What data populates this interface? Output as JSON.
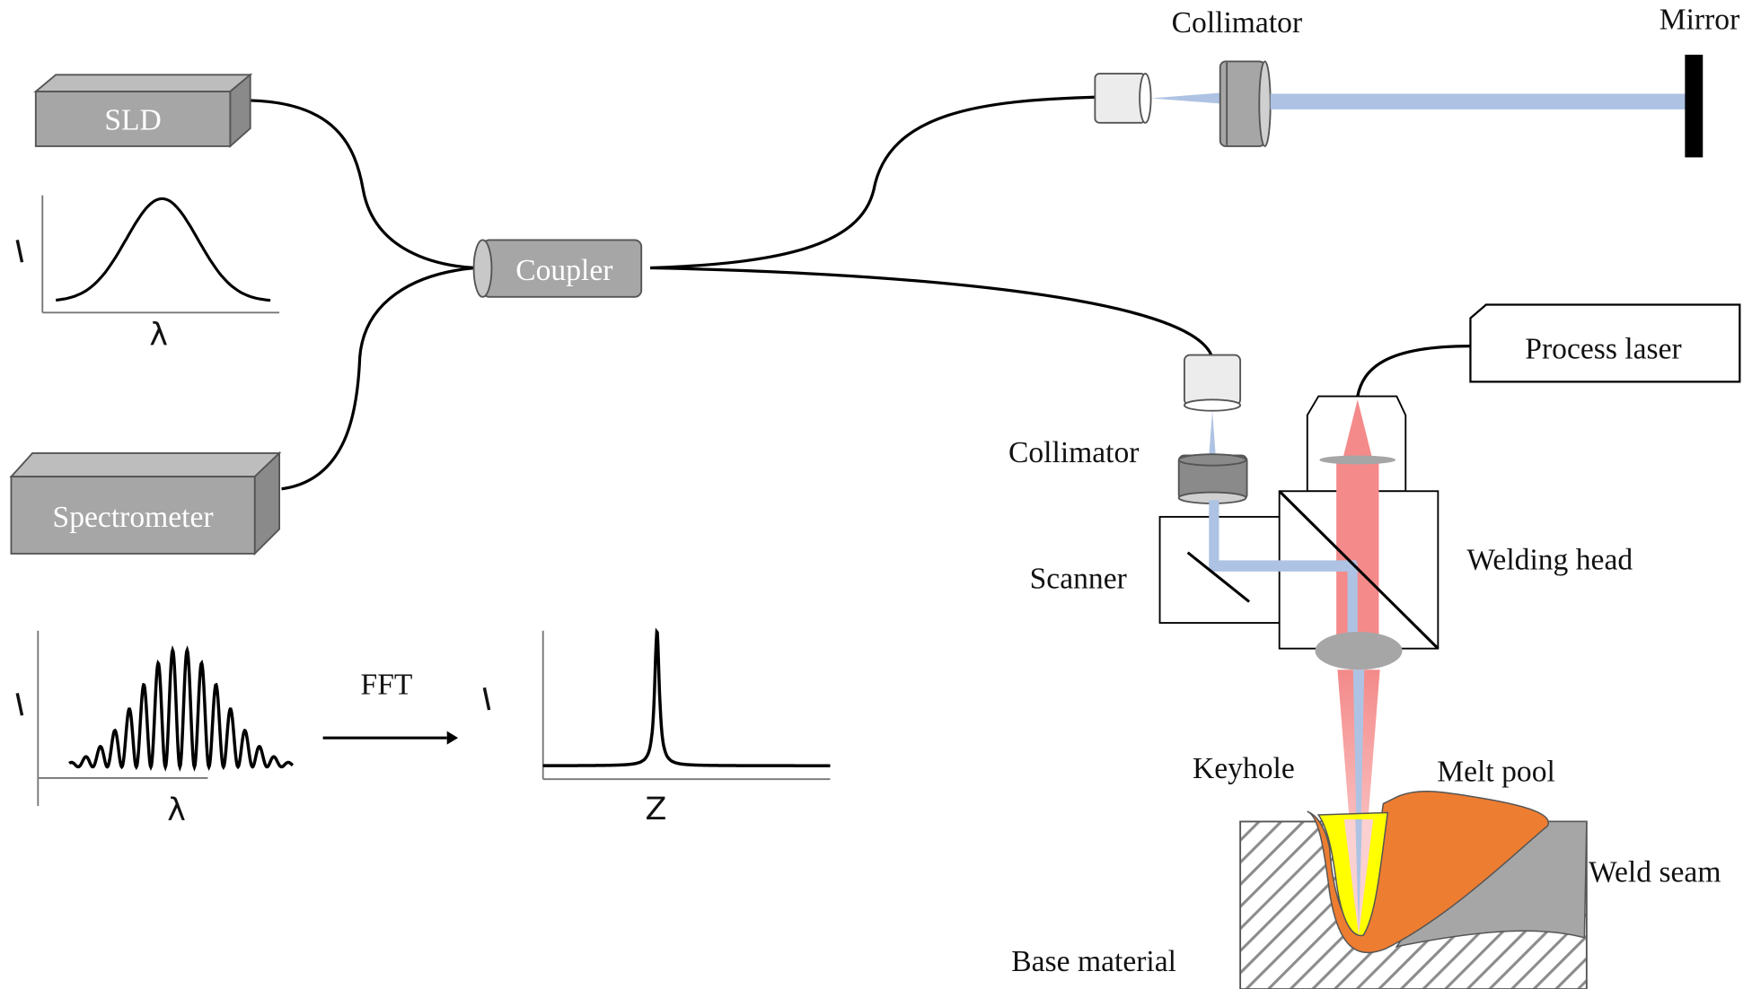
{
  "diagram": {
    "title": "OCT keyhole depth measurement setup for laser welding",
    "components": {
      "sld": "SLD",
      "spectrometer": "Spectrometer",
      "coupler": "Coupler",
      "ref_collimator": "Collimator",
      "mirror": "Mirror",
      "probe_collimator": "Collimator",
      "process_laser": "Process laser",
      "scanner": "Scanner",
      "welding_head": "Welding head",
      "keyhole": "Keyhole",
      "melt_pool": "Melt pool",
      "weld_seam": "Weld seam",
      "base_material": "Base material"
    },
    "plots": {
      "source_spectrum": {
        "ylabel": "I",
        "xlabel": "λ",
        "shape": "gaussian"
      },
      "interference_spectrum": {
        "ylabel": "I",
        "xlabel": "λ",
        "shape": "modulated gaussian",
        "fringes": 11
      },
      "depth_profile": {
        "ylabel": "I",
        "xlabel": "Z",
        "shape": "single peak"
      }
    },
    "transform_label": "FFT",
    "colors": {
      "device_gray": "#a6a6a6",
      "oct_beam": "#aec3e3",
      "process_beam": "#f48a8a",
      "melt_pool": "#ed7d31",
      "keyhole": "#ffff00",
      "weld_seam": "#a6a6a6"
    }
  }
}
